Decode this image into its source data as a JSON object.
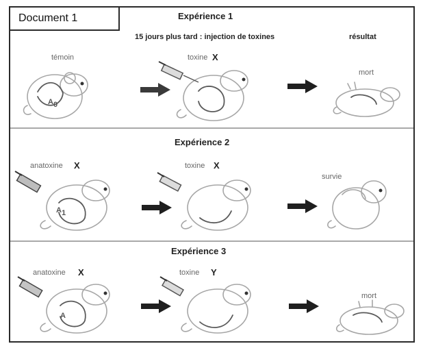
{
  "document": {
    "title": "Document 1"
  },
  "experiences": [
    {
      "title": "Expérience 1",
      "subtitle": "15 jours plus tard : injection de toxines",
      "result_header": "résultat",
      "labels": [
        {
          "text": "témoin",
          "x_tag": ""
        },
        {
          "text": "toxine",
          "x_tag": "X"
        },
        {
          "text": "mort",
          "x_tag": ""
        }
      ],
      "marks": [
        "A",
        "0"
      ]
    },
    {
      "title": "Expérience 2",
      "labels": [
        {
          "text": "anatoxine",
          "x_tag": "X"
        },
        {
          "text": "toxine",
          "x_tag": "X"
        },
        {
          "text": "survie",
          "x_tag": ""
        }
      ],
      "marks": [
        "A",
        "1"
      ]
    },
    {
      "title": "Expérience 3",
      "labels": [
        {
          "text": "anatoxine",
          "x_tag": "X"
        },
        {
          "text": "toxine",
          "x_tag": "Y"
        },
        {
          "text": "mort",
          "x_tag": ""
        }
      ],
      "marks": [
        "A",
        ""
      ]
    }
  ],
  "colors": {
    "frame": "#2a2a2a",
    "arrow": "#2b2b2b",
    "mouse_outline": "#a6a6a6"
  },
  "icons": [
    "mouse-icon",
    "syringe-icon",
    "arrow-right-icon"
  ]
}
